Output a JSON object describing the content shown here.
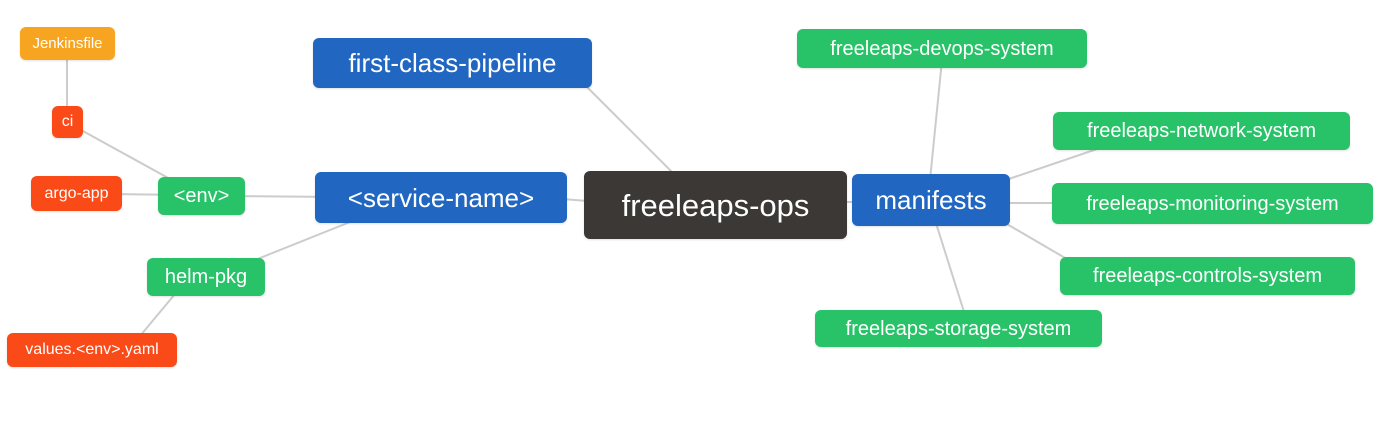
{
  "diagram": {
    "colors": {
      "canvas_bg": "#ffffff",
      "text": "#ffffff",
      "edge": "#cccccc",
      "root_bg": "#3b3836",
      "branch_blue": "#2166c0",
      "node_green": "#28c268",
      "node_red": "#fa4a18",
      "node_orange": "#f7a420"
    },
    "nodes": {
      "freeleaps_ops": {
        "label": "freeleaps-ops",
        "color": "#3b3836"
      },
      "first_class_pipeline": {
        "label": "first-class-pipeline",
        "color": "#2166c0"
      },
      "service_name": {
        "label": "<service-name>",
        "color": "#2166c0"
      },
      "manifests": {
        "label": "manifests",
        "color": "#2166c0"
      },
      "env": {
        "label": "<env>",
        "color": "#28c268"
      },
      "helm_pkg": {
        "label": "helm-pkg",
        "color": "#28c268"
      },
      "ci": {
        "label": "ci",
        "color": "#fa4a18"
      },
      "argo_app": {
        "label": "argo-app",
        "color": "#fa4a18"
      },
      "values_env_yaml": {
        "label": "values.<env>.yaml",
        "color": "#fa4a18"
      },
      "jenkinsfile": {
        "label": "Jenkinsfile",
        "color": "#f7a420"
      },
      "devops_system": {
        "label": "freeleaps-devops-system",
        "color": "#28c268"
      },
      "network_system": {
        "label": "freeleaps-network-system",
        "color": "#28c268"
      },
      "monitoring_system": {
        "label": "freeleaps-monitoring-system",
        "color": "#28c268"
      },
      "controls_system": {
        "label": "freeleaps-controls-system",
        "color": "#28c268"
      },
      "storage_system": {
        "label": "freeleaps-storage-system",
        "color": "#28c268"
      }
    }
  }
}
